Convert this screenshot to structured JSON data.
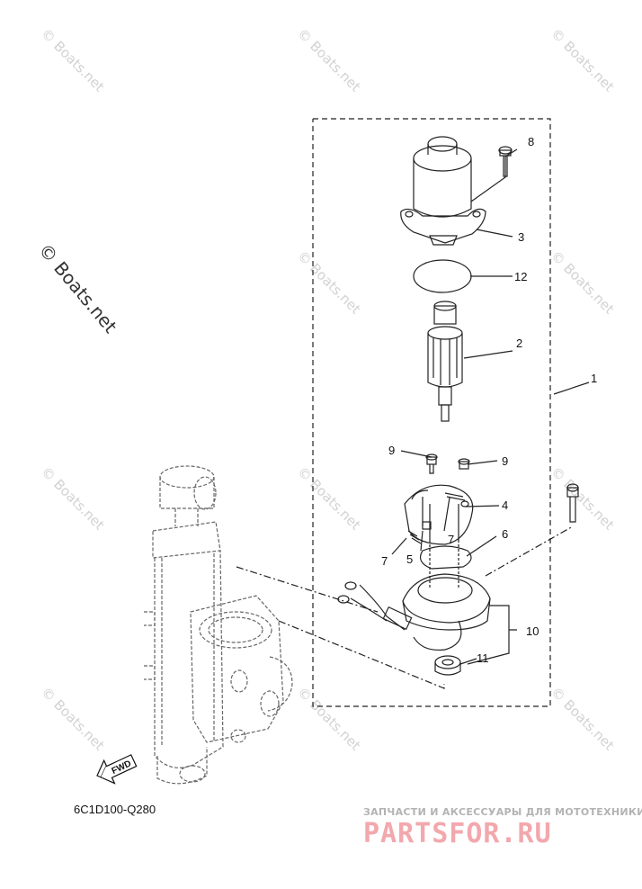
{
  "watermark": {
    "small_text": "© Boats.net",
    "big_text": "© Boats.net"
  },
  "callouts": [
    {
      "id": "1",
      "text": "1"
    },
    {
      "id": "2",
      "text": "2"
    },
    {
      "id": "3",
      "text": "3"
    },
    {
      "id": "4",
      "text": "4"
    },
    {
      "id": "5",
      "text": "5"
    },
    {
      "id": "6",
      "text": "6"
    },
    {
      "id": "7a",
      "text": "7"
    },
    {
      "id": "7b",
      "text": "7"
    },
    {
      "id": "8",
      "text": "8"
    },
    {
      "id": "9a",
      "text": "9"
    },
    {
      "id": "9b",
      "text": "9"
    },
    {
      "id": "10",
      "text": "10"
    },
    {
      "id": "11",
      "text": "11"
    },
    {
      "id": "12",
      "text": "12"
    }
  ],
  "fwd_label": "FWD",
  "diagram_code": "6C1D100-Q280",
  "branding": {
    "subtitle": "ЗАПЧАСТИ И АКСЕССУАРЫ ДЛЯ МОТОТЕХНИКИ",
    "logo": "PARTSFOR.RU"
  }
}
